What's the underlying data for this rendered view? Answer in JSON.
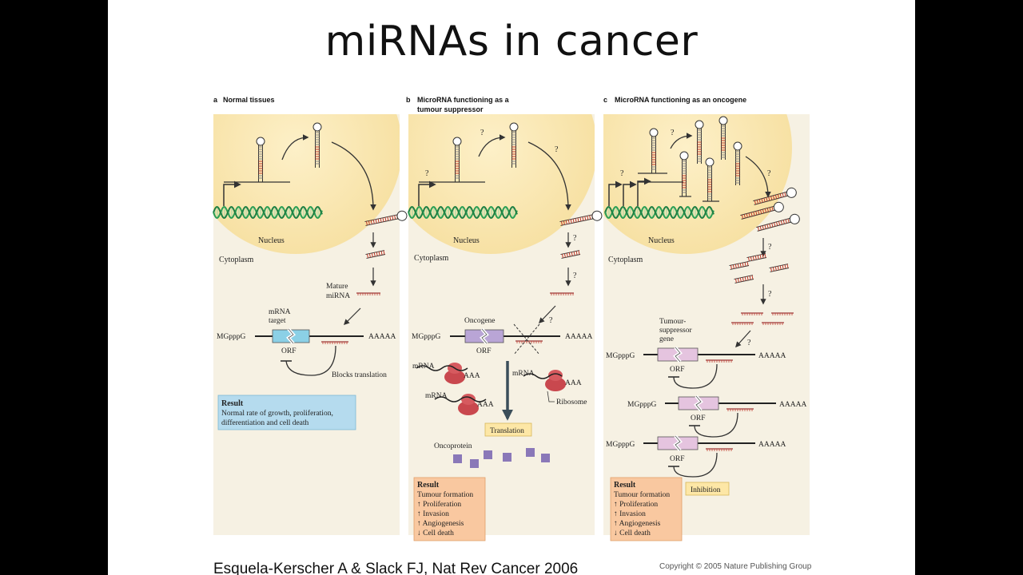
{
  "slide": {
    "title": "miRNAs in cancer",
    "citation": "Esquela-Kerscher A & Slack FJ, Nat Rev Cancer 2006",
    "copyright": "Copyright © 2005 Nature Publishing Group"
  },
  "panels": [
    {
      "letter": "a",
      "heading": [
        "Normal tissues"
      ],
      "nucleus_label": "Nucleus",
      "cytoplasm_label": "Cytoplasm",
      "mature_label": [
        "Mature",
        "miRNA"
      ],
      "target_label": [
        "mRNA",
        "target"
      ],
      "cap": "MGpppG",
      "polya": "AAAAA",
      "orf": "ORF",
      "blocks_label": "Blocks translation",
      "result_title": "Result",
      "result_lines": [
        "Normal rate of growth, proliferation,",
        "differentiation and cell death"
      ]
    },
    {
      "letter": "b",
      "heading": [
        "MicroRNA functioning as a",
        "tumour suppressor"
      ],
      "nucleus_label": "Nucleus",
      "cytoplasm_label": "Cytoplasm",
      "gene_label": "Oncogene",
      "cap": "MGpppG",
      "polya": "AAAAA",
      "orf": "ORF",
      "mrna_label": "mRNA",
      "aaa": "AAA",
      "ribosome_label": "Ribosome",
      "translation_label": "Translation",
      "oncoprotein_label": "Oncoprotein",
      "result_title": "Result",
      "result_lines": [
        "Tumour formation",
        "↑ Proliferation",
        "↑ Invasion",
        "↑ Angiogenesis",
        "↓ Cell death"
      ]
    },
    {
      "letter": "c",
      "heading": [
        "MicroRNA functioning as an oncogene"
      ],
      "nucleus_label": "Nucleus",
      "cytoplasm_label": "Cytoplasm",
      "gene_label": [
        "Tumour-",
        "suppressor",
        "gene"
      ],
      "cap": "MGpppG",
      "polya": "AAAAA",
      "orf": "ORF",
      "inhibition_label": "Inhibition",
      "result_title": "Result",
      "result_lines": [
        "Tumour formation",
        "↑ Proliferation",
        "↑ Invasion",
        "↑ Angiogenesis",
        "↓ Cell death"
      ]
    }
  ],
  "question_mark": "?",
  "colors": {
    "panel_bg": "#f6f1e3",
    "nucleus": "#fbe8b4",
    "result_blue": "#b5dbee",
    "result_orange": "#f9c8a0",
    "label_yellow": "#fde7a6",
    "orf_blue": "#8bd0e6",
    "gene_purple": "#b9a5d6",
    "gene_pink": "#e5c4df",
    "ribosome": "#c9484e",
    "protein": "#8a78b8",
    "dna_green": "#2b9e54"
  }
}
